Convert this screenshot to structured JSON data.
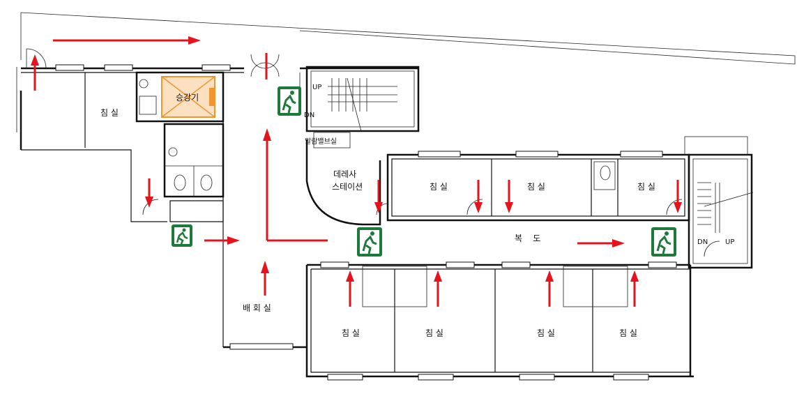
{
  "rooms": {
    "bedroom_label": "침 실",
    "elevator": "승강기",
    "alarm_valve": "알람밸브실",
    "nurse_station_line1": "데레사",
    "nurse_station_line2": "스테이션",
    "corridor": "복    도",
    "utility_room": "배 회 실"
  },
  "stairs": {
    "up": "UP",
    "dn": "DN"
  },
  "colors": {
    "evacuation_arrow": "#e3141b",
    "exit_sign": "#1e7a3a",
    "elevator_highlight": "#f0962d"
  },
  "icons": {
    "exit_sign": "running-man-exit-icon"
  }
}
